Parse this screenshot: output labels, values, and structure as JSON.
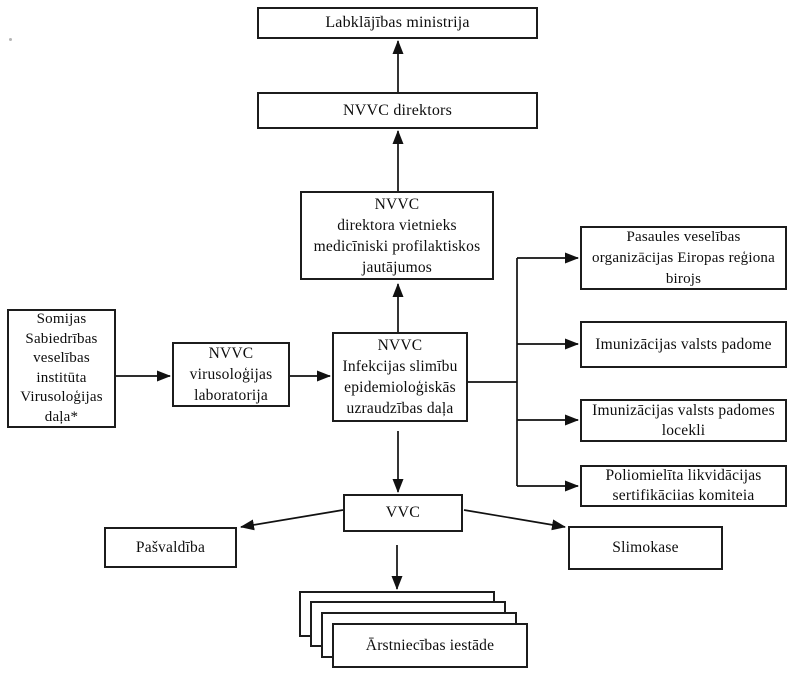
{
  "title": "NVVC organizational flowchart",
  "colors": {
    "background": "#ffffff",
    "box_background": "#ffffff",
    "box_border": "#1c1c1c",
    "shadow": "#4b4b4b",
    "arrow": "#111111"
  },
  "nodes": {
    "ministrija": {
      "label": "Labklājības ministrija"
    },
    "direktors": {
      "label": "NVVC direktors"
    },
    "vietnieks": {
      "lines": [
        "NVVC",
        "direktora vietnieks",
        "medicīniski profilaktiskos",
        "jautājumos"
      ]
    },
    "epidemiologija": {
      "lines": [
        "NVVC",
        "Infekcijas slimību",
        "epidemioloģiskās",
        "uzraudzības daļa"
      ]
    },
    "laboratorija": {
      "lines": [
        "NVVC",
        "virusoloģijas",
        "laboratorija"
      ]
    },
    "somijas": {
      "lines": [
        "Somijas",
        "Sabiedrības",
        "veselības",
        "institūta",
        "Virusoloģijas",
        "daļa*"
      ]
    },
    "pasaules": {
      "lines": [
        "Pasaules veselības",
        "organizācijas Eiropas reģiona",
        "birojs"
      ]
    },
    "imunizacijas_padome": {
      "label": "Imunizācijas valsts padome"
    },
    "padomes_locekli": {
      "lines": [
        "Imunizācijas valsts padomes",
        "locekli"
      ]
    },
    "poliomielita": {
      "lines": [
        "Poliomielīta likvidācijas",
        "sertifikāciias komiteia"
      ]
    },
    "vvc": {
      "label": "VVC"
    },
    "pasvaldiba": {
      "label": "Pašvaldība"
    },
    "slimokase": {
      "label": "Slimokase"
    },
    "arstniecibas": {
      "label": "Ārstniecības iestāde"
    }
  }
}
